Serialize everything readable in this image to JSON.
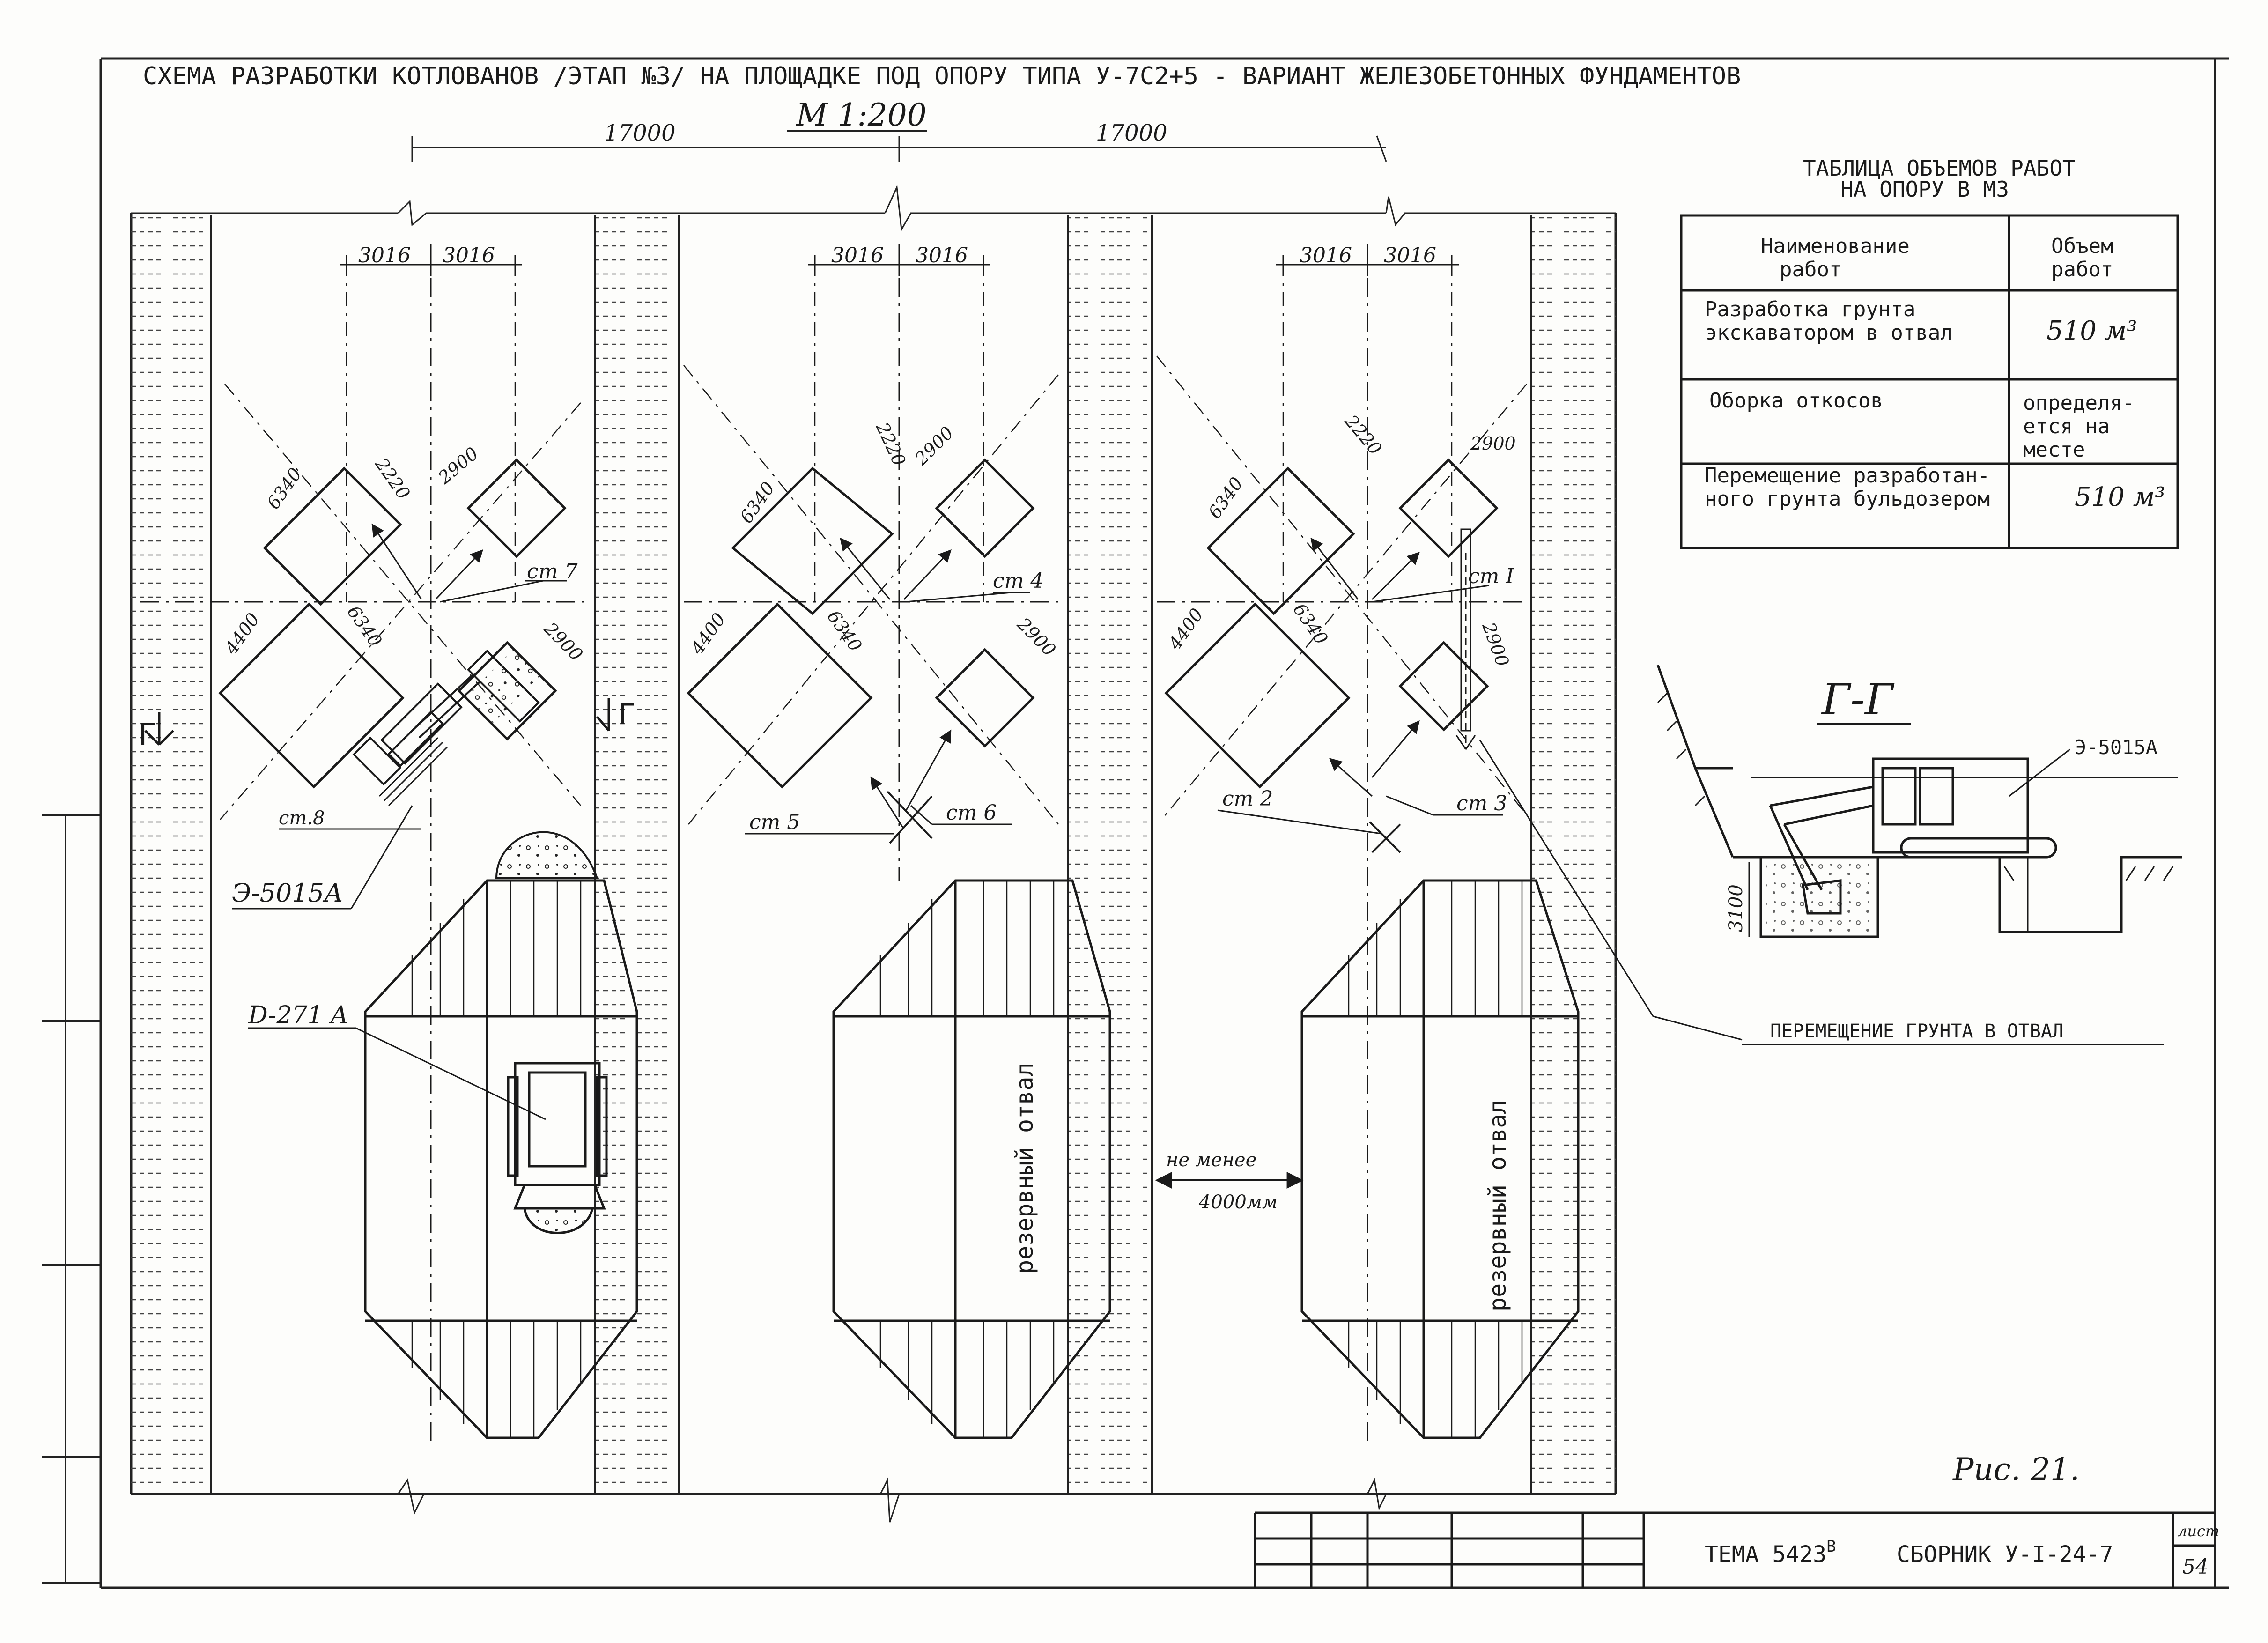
{
  "title": {
    "main": "СХЕМА РАЗРАБОТКИ КОТЛОВАНОВ /ЭТАП №3/ НА ПЛОЩАДКЕ ПОД ОПОРУ ТИПА У-7С2+5 - ВАРИАНТ ЖЕЛЕЗОБЕТОННЫХ ФУНДАМЕНТОВ",
    "scale": "М 1:200"
  },
  "dimensions": {
    "span_left": "17000",
    "span_right": "17000",
    "half_a": "3016",
    "half_b": "3016",
    "d2220": "2220",
    "d2900": "2900",
    "d6340": "6340",
    "d4400": "4400",
    "d3100": "3100"
  },
  "stations": {
    "st7": "ст 7",
    "st8": "ст.8",
    "st4": "ст 4",
    "st5": "ст 5",
    "st6": "ст 6",
    "st1": "ст I",
    "st2": "ст 2",
    "st3": "ст 3"
  },
  "labels": {
    "section_mark": "Г",
    "excavator_left": "Э-5015А",
    "bulldozer": "D-271 A",
    "reserve_dump_1": "резервный отвал",
    "reserve_dump_2": "резервный отвал",
    "min_distance_1": "не менее",
    "min_distance_2": "4000мм"
  },
  "section": {
    "title": "Г-Г",
    "excavator": "Э-5015А",
    "depth": "3100",
    "caption": "ПЕРЕМЕЩЕНИЕ ГРУНТА В ОТВАЛ"
  },
  "table": {
    "title_line1": "ТАБЛИЦА ОБЪЕМОВ РАБОТ",
    "title_line2": "НА ОПОРУ В М3",
    "header_name_1": "Наименование",
    "header_name_2": "работ",
    "header_vol_1": "Объем",
    "header_vol_2": "работ",
    "r1_name_1": "Разработка грунта",
    "r1_name_2": "экскаватором в отвал",
    "r1_vol": "510 м³",
    "r2_name_1": "Оборка откосов",
    "r2_vol_1": "определя-",
    "r2_vol_2": "ется на",
    "r2_vol_3": "месте",
    "r3_name_1": "Перемещение разработан-",
    "r3_name_2": "ного грунта бульдозером",
    "r3_vol": "510 м³"
  },
  "figure_caption": "Рис. 21.",
  "stamp": {
    "tema": "ТЕМА 5423",
    "tema_sup": "В",
    "collection": "СБОРНИК У-I-24-7",
    "sheet_label": "лист",
    "sheet_no": "54"
  }
}
